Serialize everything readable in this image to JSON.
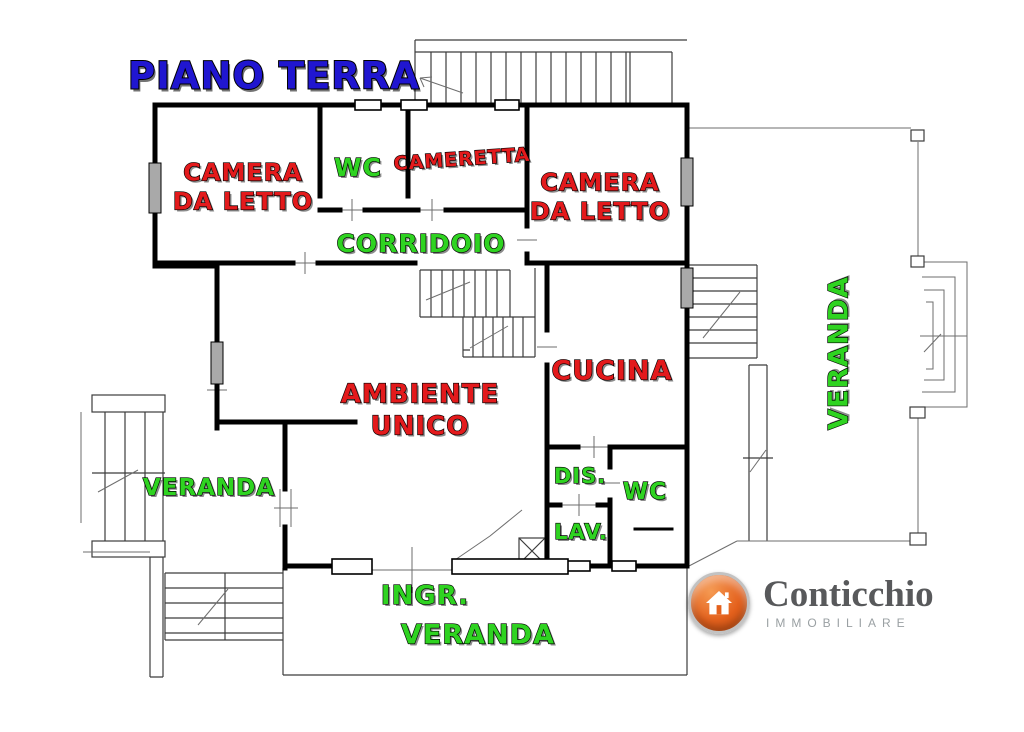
{
  "title": {
    "text": "PIANO TERRA"
  },
  "plan": {
    "rooms": {
      "camera_da_letto_left": "CAMERA\nDA LETTO",
      "wc_top": "WC",
      "cameretta": "CAMERETTA",
      "camera_da_letto_right": "CAMERA\nDA LETTO",
      "corridoio": "CORRIDOIO",
      "ambiente_unico": "AMBIENTE\nUNICO",
      "cucina": "CUCINA",
      "dis": "DIS.",
      "wc_bottom": "WC",
      "lav": "LAV.",
      "ingresso": "INGR.",
      "veranda_left": "VERANDA",
      "veranda_right": "VERANDA",
      "veranda_bottom": "VERANDA"
    },
    "colors": {
      "bedroom_label": "#e31a1c",
      "service_label": "#2fd321",
      "title": "#2016d0",
      "walls": "#000000",
      "window_fill": "#a9a9a9"
    }
  },
  "logo": {
    "name": "Conticchio",
    "subtitle": "IMMOBILIARE",
    "icon": "house-icon",
    "badge_color": "#e4611d"
  }
}
